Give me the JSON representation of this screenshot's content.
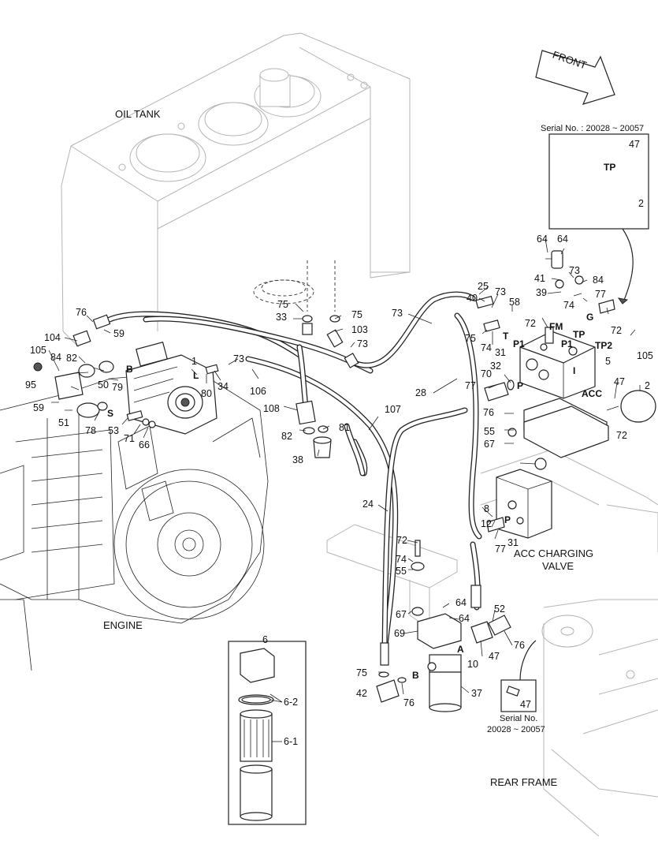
{
  "labels": {
    "oil_tank": "OIL TANK",
    "engine": "ENGINE",
    "rear_frame": "REAR FRAME",
    "front": "FRONT",
    "acc_valve_line1": "ACC CHARGING",
    "acc_valve_line2": "VALVE"
  },
  "serial_top": "Serial No. : 20028 ~ 20057",
  "serial_bottom_line1": "Serial No.",
  "serial_bottom_line2": "20028 ~ 20057",
  "inset_top_parts": {
    "p47": "47",
    "tp": "TP",
    "p2": "2"
  },
  "inset_bottom_part": "47",
  "filter_inset": {
    "title": "6",
    "p62": "6-2",
    "p61": "6-1"
  },
  "ports": {
    "B": "B",
    "L": "L",
    "S": "S",
    "T": "T",
    "P": "P",
    "P1": "P1",
    "FM": "FM",
    "TP": "TP",
    "TP2": "TP2",
    "G": "G",
    "ACC": "ACC",
    "I": "I",
    "A": "A",
    "B2": "B",
    "P_acc": "P"
  },
  "part_numbers": [
    "76",
    "59",
    "104",
    "105",
    "84",
    "82",
    "95",
    "59",
    "51",
    "50",
    "79",
    "78",
    "53",
    "71",
    "66",
    "1",
    "80",
    "34",
    "73",
    "106",
    "108",
    "82",
    "81",
    "38",
    "107",
    "24",
    "75",
    "33",
    "75",
    "103",
    "73",
    "73",
    "28",
    "25",
    "73",
    "40",
    "58",
    "75",
    "74",
    "31",
    "72",
    "70",
    "32",
    "77",
    "76",
    "55",
    "67",
    "64",
    "64",
    "73",
    "41",
    "39",
    "77",
    "74",
    "84",
    "72",
    "105",
    "5",
    "47",
    "2",
    "72",
    "8",
    "12",
    "31",
    "77",
    "72",
    "74",
    "55",
    "67",
    "64",
    "64",
    "52",
    "69",
    "76",
    "10",
    "47",
    "75",
    "42",
    "76",
    "37",
    "75",
    "6"
  ]
}
